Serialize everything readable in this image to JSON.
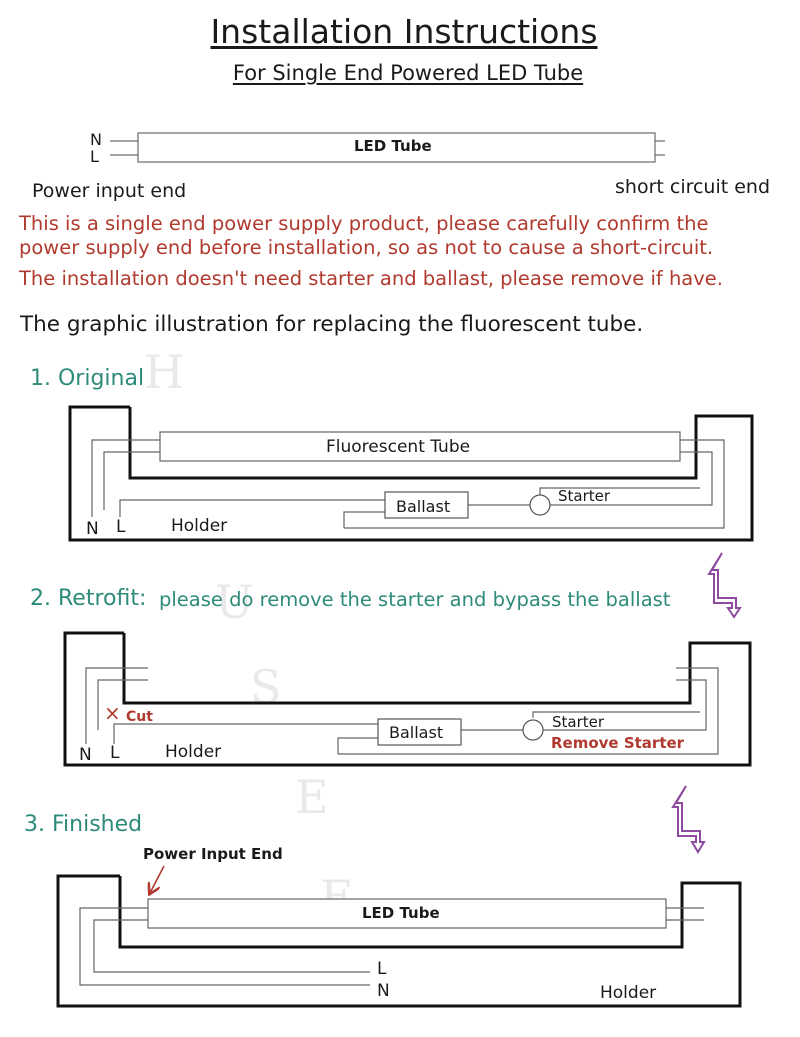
{
  "header": {
    "title": "Installation Instructions",
    "subtitle": "For Single End Powered LED Tube"
  },
  "intro": {
    "n": "N",
    "l": "L",
    "tube_label": "LED Tube",
    "power_input_end": "Power input end",
    "short_circuit_end": "short circuit end"
  },
  "warnings": {
    "line1": "This is a single end power supply product, please carefully confirm the",
    "line2": "power supply end before installation, so as not to cause a short-circuit.",
    "line3": "The installation doesn't need starter and ballast, please remove if have."
  },
  "lead_text": "The graphic illustration for replacing the fluorescent tube.",
  "step1": {
    "heading": "1. Original",
    "tube_label": "Fluorescent Tube",
    "ballast": "Ballast",
    "starter": "Starter",
    "n": "N",
    "l": "L",
    "holder": "Holder"
  },
  "step2": {
    "heading": "2. Retrofit:",
    "note": "please do remove the starter and bypass the ballast",
    "cut_mark": "×",
    "cut": "Cut",
    "ballast": "Ballast",
    "starter": "Starter",
    "remove_starter": "Remove Starter",
    "n": "N",
    "l": "L",
    "holder": "Holder"
  },
  "step3": {
    "heading": "3. Finished",
    "power_input_end": "Power Input End",
    "tube_label": "LED Tube",
    "l": "L",
    "n": "N",
    "holder": "Holder"
  },
  "watermark": [
    "H",
    "U",
    "S",
    "E",
    "E"
  ],
  "colors": {
    "warning_text": "#b03a2e",
    "step_heading": "#2e8b7a",
    "arrow": "#8e4a9e",
    "wire": "#555555"
  }
}
